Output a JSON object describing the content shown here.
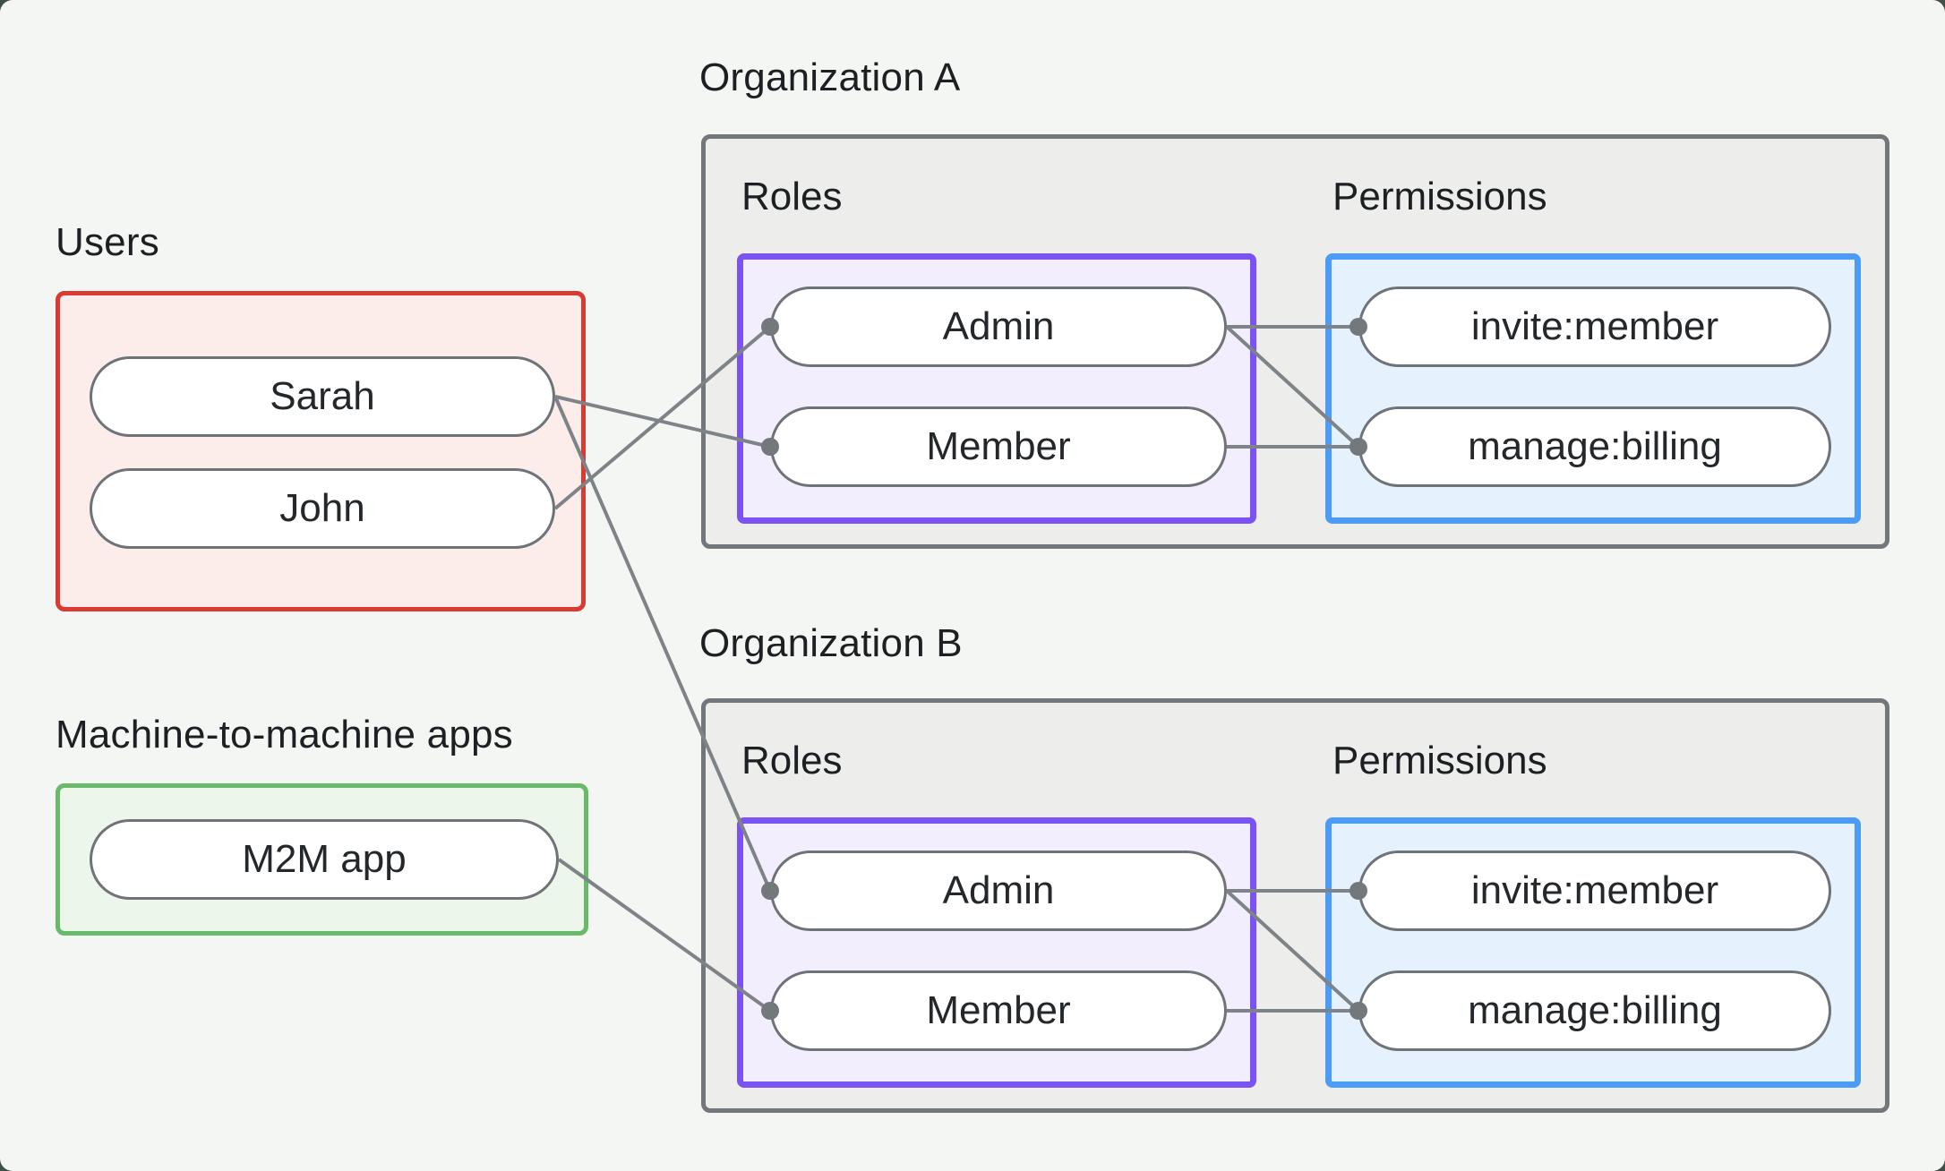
{
  "page": {
    "outer_background": "#3c5246",
    "canvas_background": "#f3f6f3"
  },
  "users_group": {
    "label": "Users",
    "items": [
      "Sarah",
      "John"
    ],
    "border_color": "#d93a31",
    "fill_color": "#fcedeb"
  },
  "m2m_group": {
    "label": "Machine-to-machine apps",
    "items": [
      "M2M app"
    ],
    "border_color": "#6ab86a",
    "fill_color": "#ecf6ea"
  },
  "orgs": [
    {
      "title": "Organization A",
      "roles_label": "Roles",
      "permissions_label": "Permissions",
      "roles": [
        "Admin",
        "Member"
      ],
      "permissions": [
        "invite:member",
        "manage:billing"
      ]
    },
    {
      "title": "Organization B",
      "roles_label": "Roles",
      "permissions_label": "Permissions",
      "roles": [
        "Admin",
        "Member"
      ],
      "permissions": [
        "invite:member",
        "manage:billing"
      ]
    }
  ],
  "styles": {
    "org_border": "#72777b",
    "org_fill": "#ededec",
    "roles_border": "#7b52f3",
    "roles_fill": "#f3eefd",
    "permissions_border": "#4b9cf6",
    "permissions_fill": "#e5f1fc",
    "node_border": "#6e7377",
    "connector_color": "#7e8387",
    "dot_color": "#73787c"
  },
  "edges": [
    {
      "from": "sarah",
      "to": "org-a-member"
    },
    {
      "from": "john",
      "to": "org-a-admin"
    },
    {
      "from": "sarah",
      "to": "org-b-admin"
    },
    {
      "from": "m2m-app",
      "to": "org-b-member"
    },
    {
      "from": "org-a-admin",
      "to": "org-a-invite"
    },
    {
      "from": "org-a-admin",
      "to": "org-a-manage"
    },
    {
      "from": "org-a-member",
      "to": "org-a-manage"
    },
    {
      "from": "org-b-admin",
      "to": "org-b-invite"
    },
    {
      "from": "org-b-admin",
      "to": "org-b-manage"
    },
    {
      "from": "org-b-member",
      "to": "org-b-manage"
    }
  ]
}
